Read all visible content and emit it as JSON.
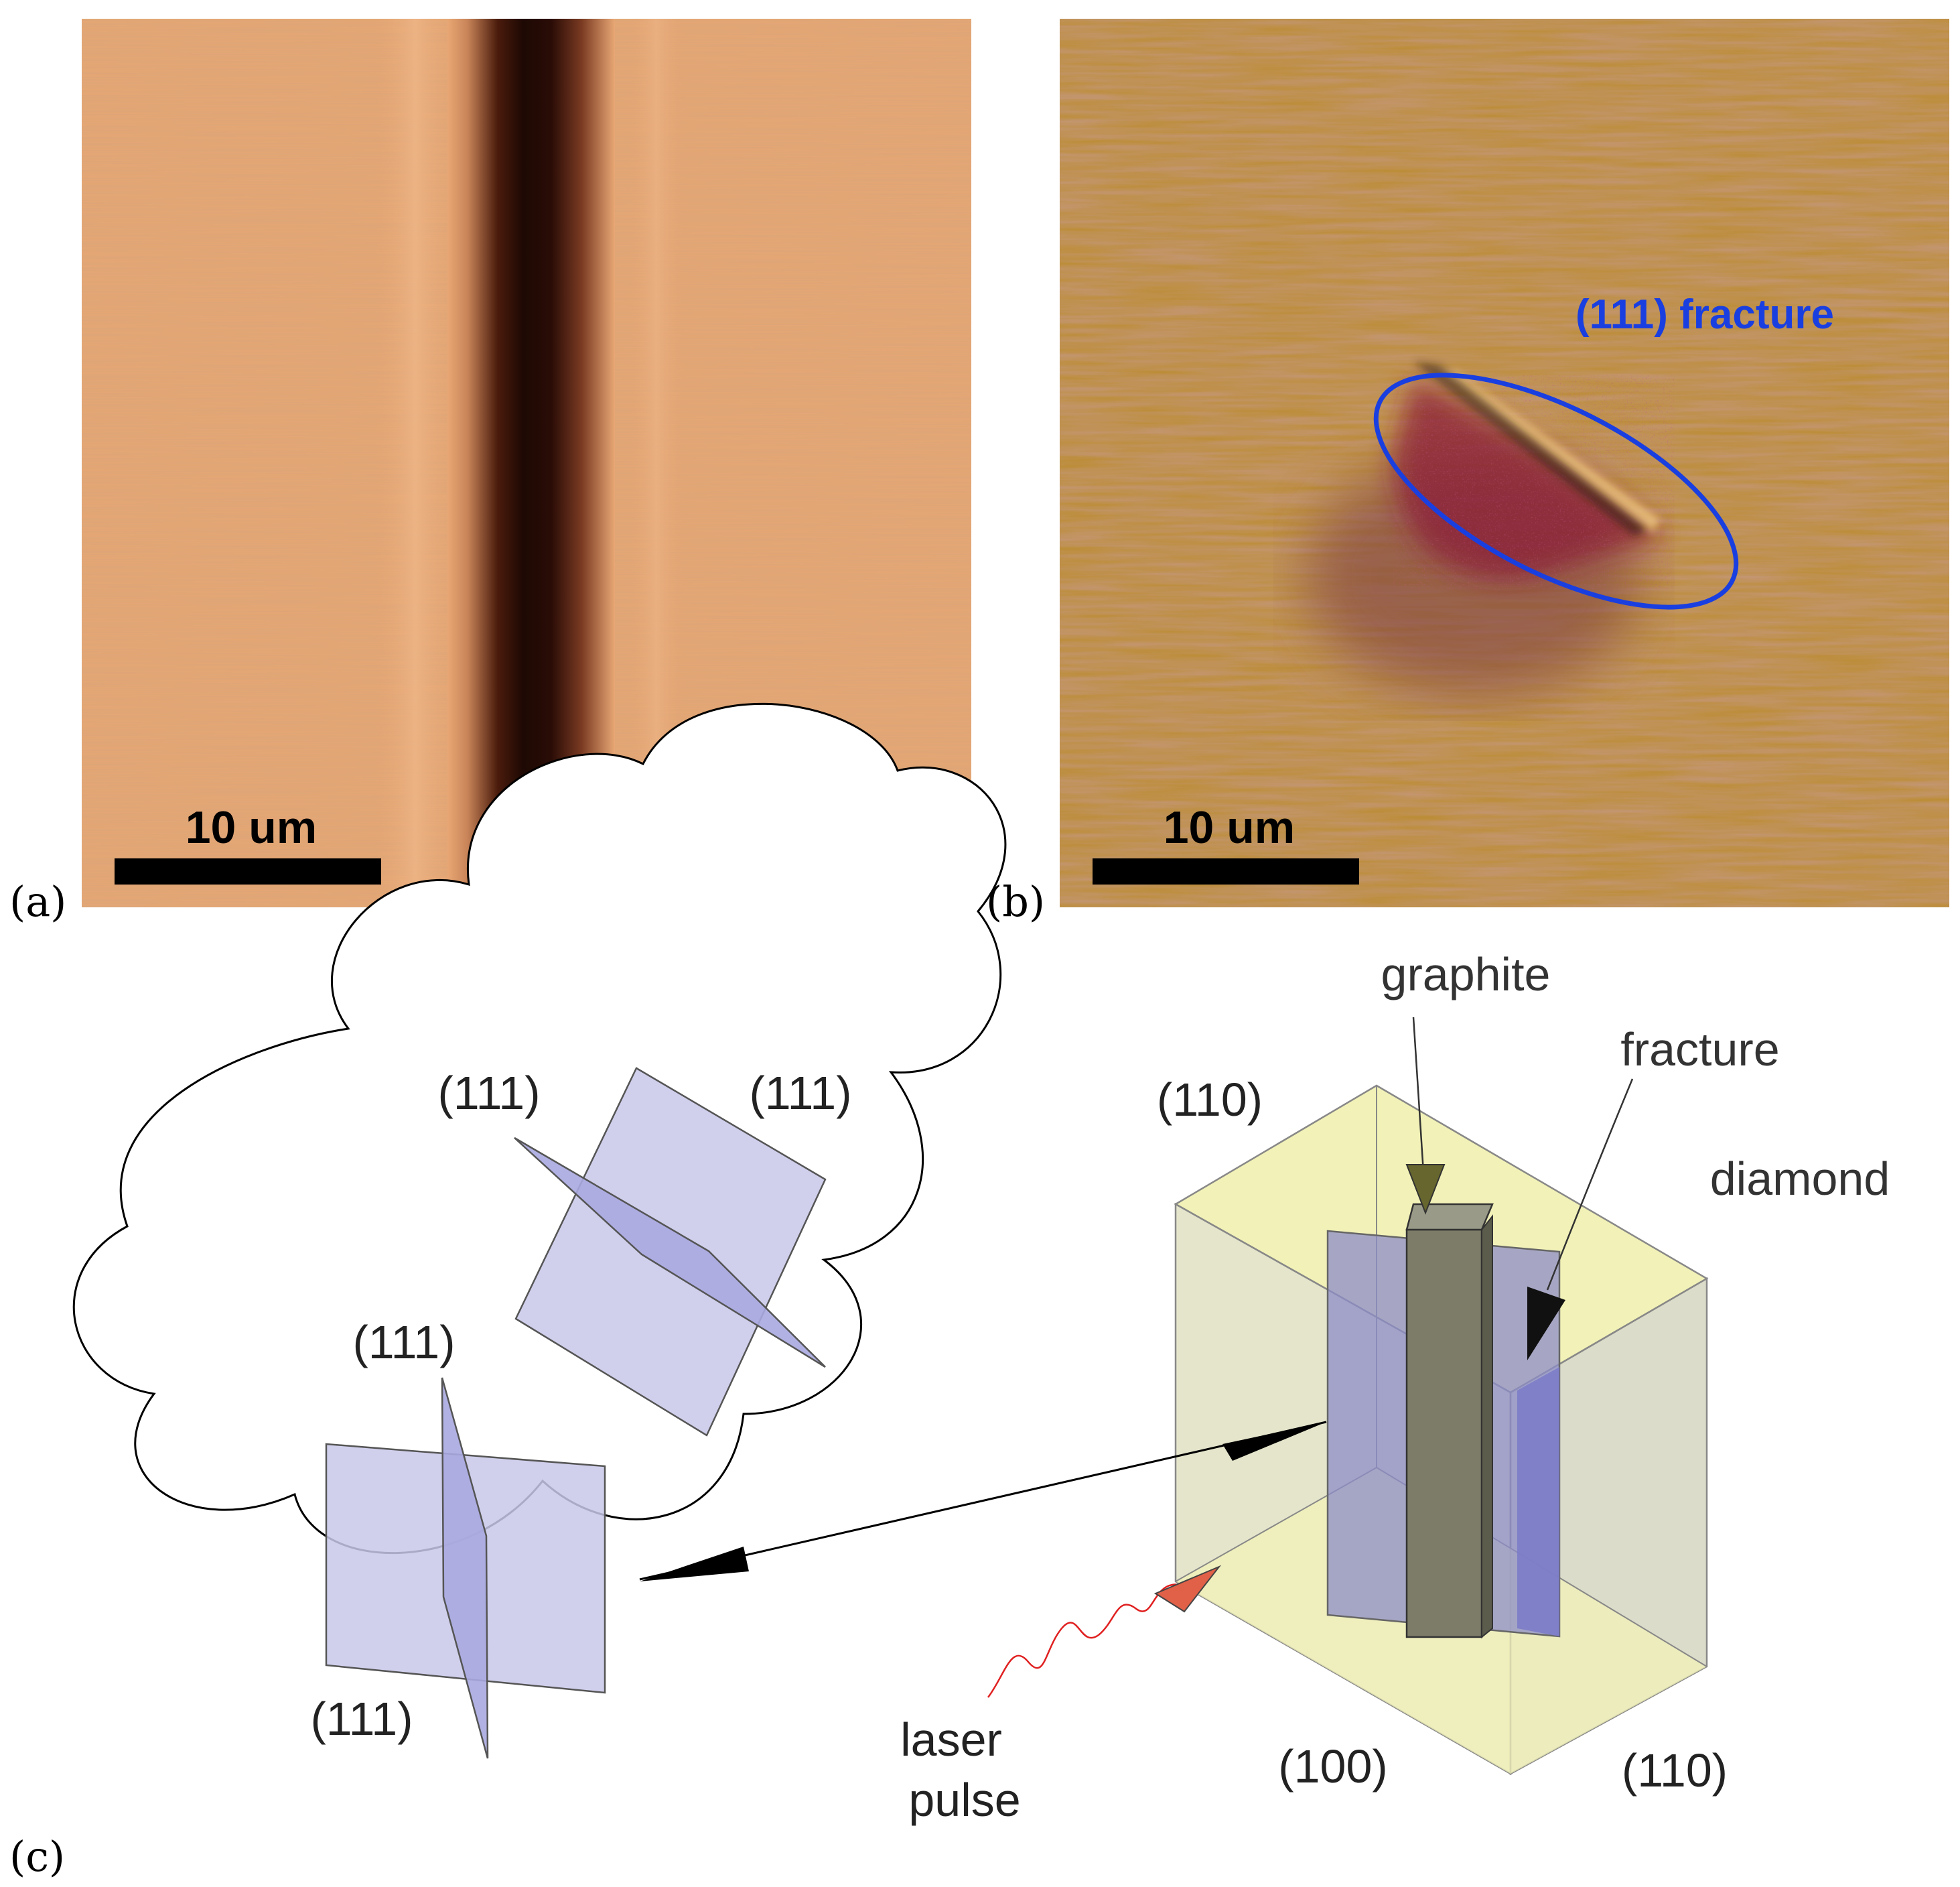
{
  "panels": {
    "a": {
      "tag": "(a)",
      "scale_bar": "10 um",
      "colors": {
        "background": "#e8a774",
        "groove": "#1e0904"
      }
    },
    "b": {
      "tag": "(b)",
      "scale_bar": "10 um",
      "annotation": "(111) fracture",
      "colors": {
        "background": "#bb8c30",
        "ellipse": "#1a3fe0",
        "stain": "#8a1a38"
      }
    },
    "c": {
      "tag": "(c)",
      "cloud_labels": {
        "top_left": "(111)",
        "top_right": "(111)",
        "middle": "(111)",
        "bottom": "(111)"
      },
      "block_labels": {
        "graphite": "graphite",
        "fracture": "fracture",
        "diamond": "diamond",
        "top_face": "(110)",
        "bottom_left_face": "(100)",
        "bottom_right_face": "(110)",
        "laser": [
          "laser",
          "pulse"
        ]
      },
      "colors": {
        "plane_fill": "#c8c8ea",
        "diamond_fill": "#f2f2b8",
        "graphite_fill": "#7c7c68",
        "fracture_fill": "#8c8cc8",
        "laser_arrow": "#e06048"
      }
    }
  }
}
